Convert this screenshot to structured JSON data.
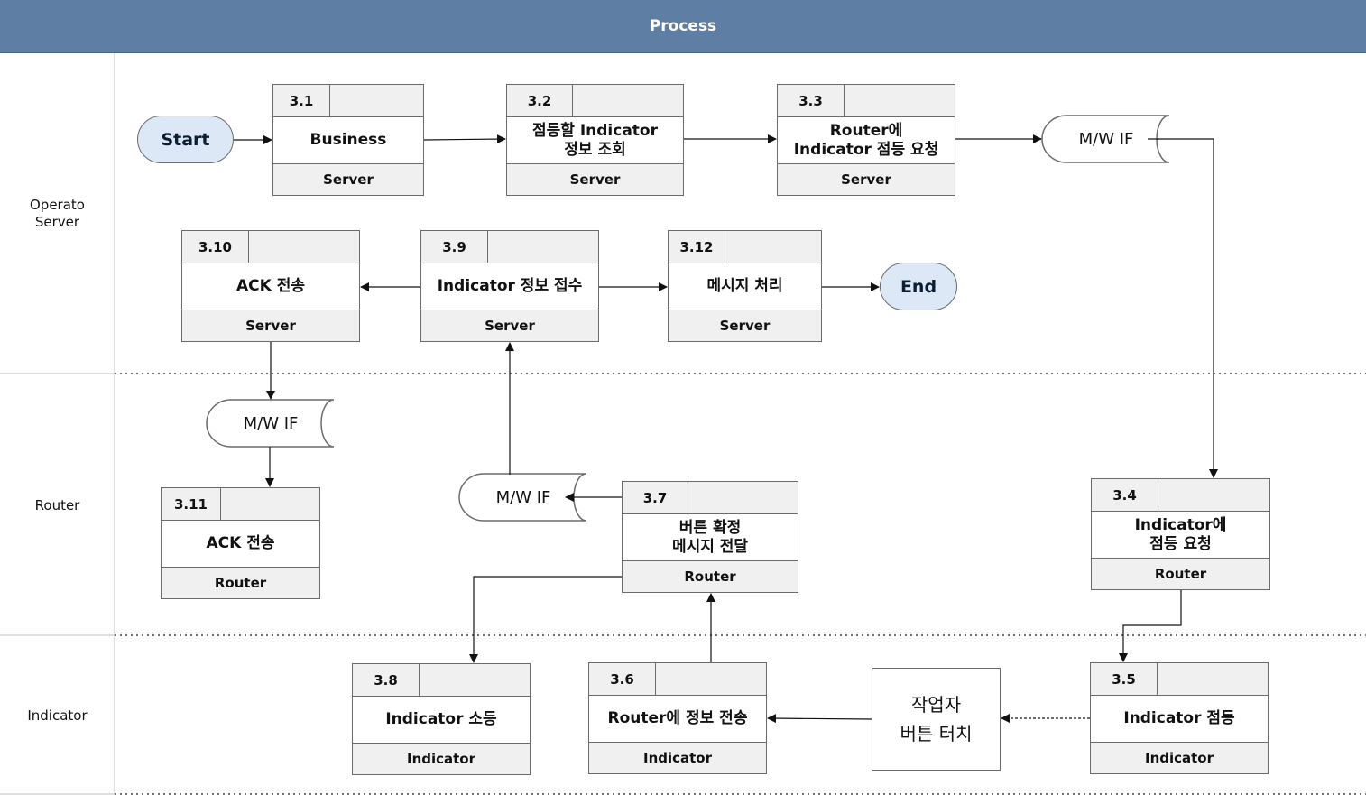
{
  "header": {
    "title": "Process"
  },
  "lanes": [
    {
      "label": "Operato\nServer"
    },
    {
      "label": "Router"
    },
    {
      "label": "Indicator"
    }
  ],
  "terminals": {
    "start": "Start",
    "end": "End"
  },
  "interface_label": "M/W IF",
  "manual_step": "작업자\n버튼 터치",
  "steps": {
    "s3_1": {
      "num": "3.1",
      "title": "Business",
      "actor": "Server"
    },
    "s3_2": {
      "num": "3.2",
      "title": "점등할 Indicator\n정보 조회",
      "actor": "Server"
    },
    "s3_3": {
      "num": "3.3",
      "title": "Router에\nIndicator 점등 요청",
      "actor": "Server"
    },
    "s3_4": {
      "num": "3.4",
      "title": "Indicator에\n점등 요청",
      "actor": "Router"
    },
    "s3_5": {
      "num": "3.5",
      "title": "Indicator 점등",
      "actor": "Indicator"
    },
    "s3_6": {
      "num": "3.6",
      "title": "Router에 정보 전송",
      "actor": "Indicator"
    },
    "s3_7": {
      "num": "3.7",
      "title": "버튼 확정\n메시지 전달",
      "actor": "Router"
    },
    "s3_8": {
      "num": "3.8",
      "title": "Indicator 소등",
      "actor": "Indicator"
    },
    "s3_9": {
      "num": "3.9",
      "title": "Indicator 정보 접수",
      "actor": "Server"
    },
    "s3_10": {
      "num": "3.10",
      "title": "ACK 전송",
      "actor": "Server"
    },
    "s3_11": {
      "num": "3.11",
      "title": "ACK 전송",
      "actor": "Router"
    },
    "s3_12": {
      "num": "3.12",
      "title": "메시지 처리",
      "actor": "Server"
    }
  }
}
